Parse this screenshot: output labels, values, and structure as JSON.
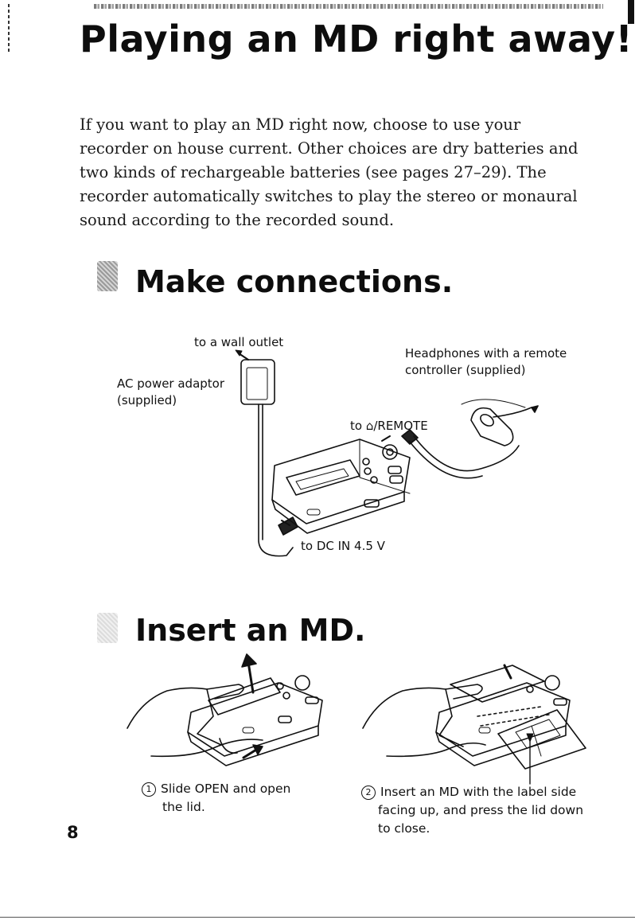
{
  "page": {
    "title": "Playing an MD right away!",
    "intro": "If you want to play an MD right now, choose to use your recorder on house current. Other choices are dry batteries and two kinds of rechargeable batteries (see pages 27–29). The recorder automatically switches to play the stereo or monaural sound according to the recorded sound.",
    "page_number": "8"
  },
  "step1": {
    "heading": "Make connections.",
    "labels": {
      "wall_outlet": "to a wall outlet",
      "ac_adaptor_line1": "AC power adaptor",
      "ac_adaptor_line2": "(supplied)",
      "headphones_line1": "Headphones with a remote",
      "headphones_line2": "controller (supplied)",
      "remote_jack": "to ⌂/REMOTE",
      "dc_in": "to DC IN 4.5 V"
    }
  },
  "step2": {
    "heading": "Insert an MD.",
    "sub1": {
      "number": "1",
      "line1": "Slide OPEN and open",
      "line2": "the lid."
    },
    "sub2": {
      "number": "2",
      "line1": "Insert an MD with the label side",
      "line2": "facing up, and press the lid down",
      "line3": "to close."
    }
  },
  "colors": {
    "ink": "#111111",
    "background": "#ffffff"
  },
  "icons": [
    "step-1-icon",
    "step-2-icon",
    "wall-outlet-arrow-icon",
    "insert-arrow-icon",
    "slide-arrow-icon"
  ]
}
